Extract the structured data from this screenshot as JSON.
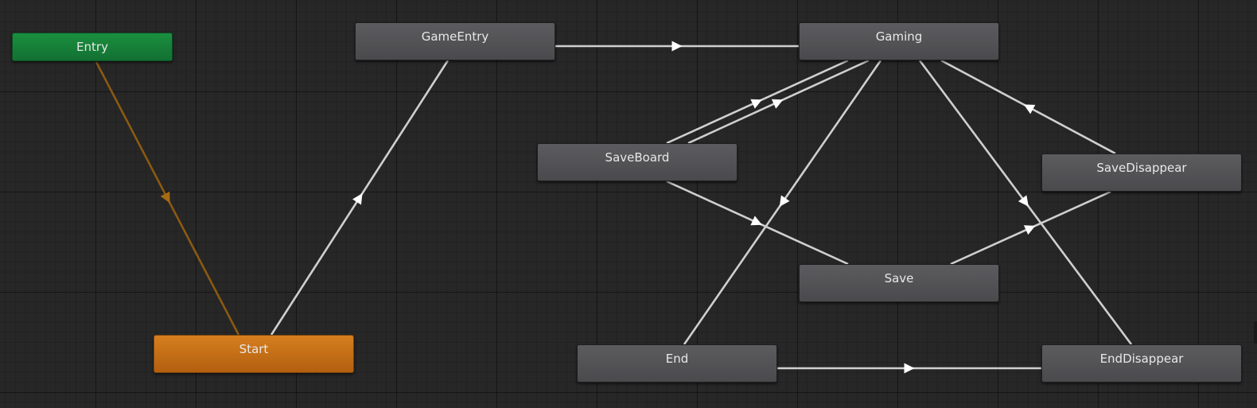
{
  "states": [
    {
      "id": "entry",
      "label": "Entry",
      "kind": "entry"
    },
    {
      "id": "gameentry",
      "label": "GameEntry",
      "kind": "normal"
    },
    {
      "id": "gaming",
      "label": "Gaming",
      "kind": "normal"
    },
    {
      "id": "saveboard",
      "label": "SaveBoard",
      "kind": "normal"
    },
    {
      "id": "savedisappear",
      "label": "SaveDisappear",
      "kind": "normal"
    },
    {
      "id": "save",
      "label": "Save",
      "kind": "normal"
    },
    {
      "id": "start",
      "label": "Start",
      "kind": "default"
    },
    {
      "id": "end",
      "label": "End",
      "kind": "normal"
    },
    {
      "id": "enddisappear",
      "label": "EndDisappear",
      "kind": "normal"
    }
  ],
  "transitions": [
    {
      "from": "entry",
      "to": "start",
      "type": "default"
    },
    {
      "from": "start",
      "to": "gameentry",
      "type": "normal"
    },
    {
      "from": "gameentry",
      "to": "gaming",
      "type": "normal"
    },
    {
      "from": "saveboard",
      "to": "gaming",
      "type": "normal"
    },
    {
      "from": "saveboard",
      "to": "gaming",
      "type": "normal"
    },
    {
      "from": "savedisappear",
      "to": "gaming",
      "type": "normal"
    },
    {
      "from": "gaming",
      "to": "end",
      "type": "normal"
    },
    {
      "from": "gaming",
      "to": "enddisappear",
      "type": "normal"
    },
    {
      "from": "saveboard",
      "to": "save",
      "type": "normal"
    },
    {
      "from": "save",
      "to": "savedisappear",
      "type": "normal"
    },
    {
      "from": "end",
      "to": "enddisappear",
      "type": "normal"
    }
  ],
  "colors": {
    "background": "#272727",
    "transition": "#cfcfcf",
    "default_transition": "#8a5a12",
    "entry_node": "#17803a",
    "default_node": "#c8721a",
    "normal_node": "#535356"
  }
}
